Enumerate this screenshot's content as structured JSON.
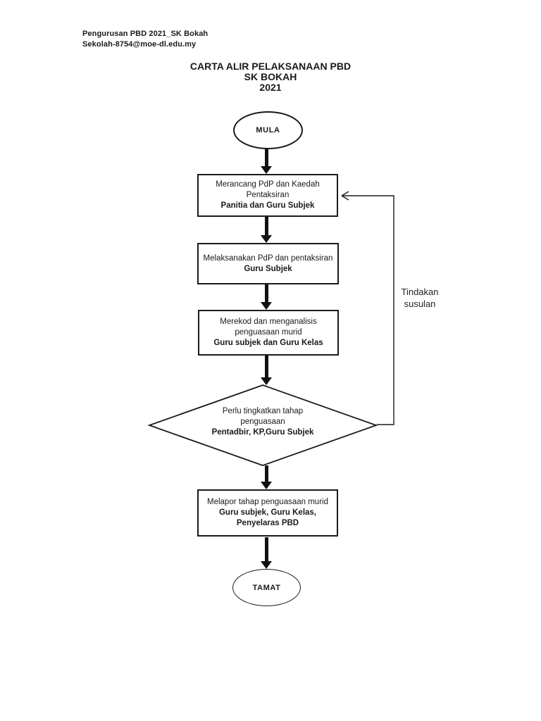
{
  "header": {
    "line1": "Pengurusan PBD 2021_SK Bokah",
    "line2": "Sekolah-8754@moe-dl.edu.my"
  },
  "title": {
    "line1": "CARTA ALIR PELAKSANAAN PBD",
    "line2": "SK BOKAH",
    "line3": "2021"
  },
  "flow": {
    "start_label": "MULA",
    "end_label": "TAMAT",
    "steps": [
      {
        "desc": [
          "Merancang PdP dan Kaedah",
          "Pentaksiran"
        ],
        "role": [
          "Panitia dan Guru Subjek"
        ]
      },
      {
        "desc": [
          "Melaksanakan PdP dan pentaksiran"
        ],
        "role": [
          "Guru Subjek"
        ]
      },
      {
        "desc": [
          "Merekod dan menganalisis",
          "penguasaan murid"
        ],
        "role": [
          "Guru subjek dan Guru Kelas"
        ]
      },
      {
        "desc": [
          "Melapor tahap penguasaan murid"
        ],
        "role": [
          "Guru subjek, Guru Kelas,",
          "Penyelaras PBD"
        ]
      }
    ],
    "decision": {
      "desc": [
        "Perlu tingkatkan tahap",
        "penguasaan"
      ],
      "role": [
        "Pentadbir, KP,Guru Subjek"
      ]
    },
    "feedback_label": {
      "line1": "Tindakan",
      "line2": "susulan"
    }
  },
  "colors": {
    "ink": "#1a1a1a",
    "background": "#ffffff"
  }
}
